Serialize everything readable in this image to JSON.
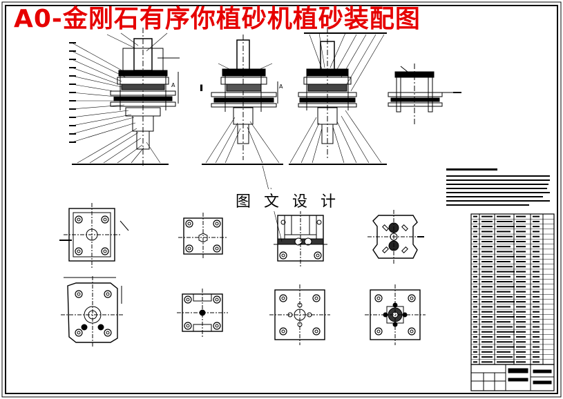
{
  "title": "A0-金刚石有序你植砂机植砂装配图",
  "watermark": "图 文 设 计",
  "colors": {
    "title": "#e60000",
    "line": "#000000",
    "background": "#ffffff"
  },
  "parts_list_rows": 30
}
